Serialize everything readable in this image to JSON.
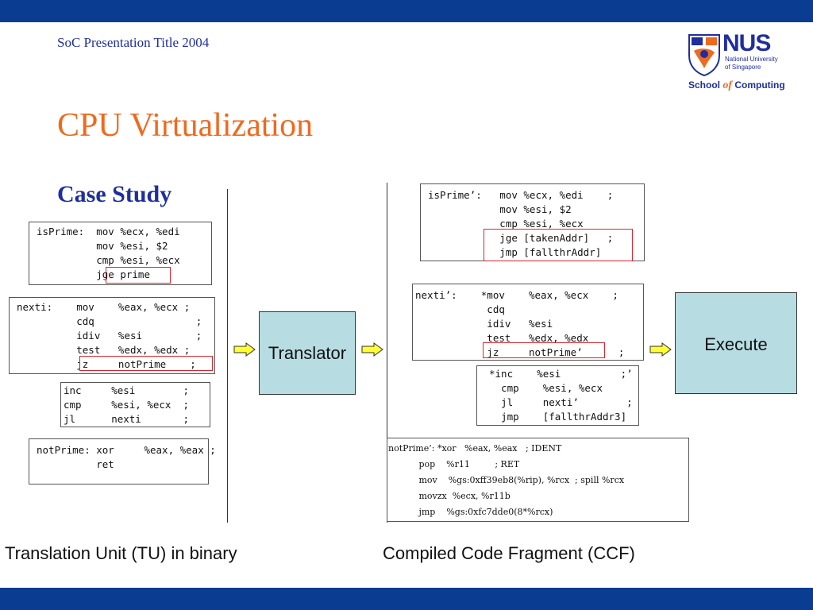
{
  "header": {
    "presentation_title": "SoC Presentation Title 2004",
    "logo": {
      "name": "NUS",
      "line1": "National University",
      "line2": "of Singapore",
      "school_prefix": "School ",
      "school_of": "of",
      "school_suffix": " Computing"
    }
  },
  "slide": {
    "title": "CPU Virtualization",
    "subtitle": "Case Study"
  },
  "left": {
    "box1": "isPrime:  mov %ecx, %edi\n          mov %esi, $2\n          cmp %esi, %ecx\n          jge prime",
    "box2": "nexti:    mov    %eax, %ecx ;\n          cdq                 ;\n          idiv   %esi         ;\n          test   %edx, %edx ;\n          jz     notPrime    ;",
    "box3": "inc     %esi        ;\ncmp     %esi, %ecx  ;\njl      nexti       ;",
    "box4": "notPrime: xor     %eax, %eax ;\n          ret",
    "caption": "Translation Unit (TU) in binary"
  },
  "middle": {
    "translator_label": "Translator"
  },
  "right": {
    "box1": "isPrime’:   mov %ecx, %edi    ;\n            mov %esi, $2\n            cmp %esi, %ecx\n            jge [takenAddr]   ;\n            jmp [fallthrAddr]",
    "box2": "nexti’:    *mov    %eax, %ecx    ;\n            cdq\n            idiv   %esi\n            test   %edx, %edx\n            jz     notPrime’      ;",
    "box3": "*inc    %esi          ;’\n  cmp    %esi, %ecx\n  jl     nexti’        ;\n  jmp    [fallthrAddr3]",
    "box4": "notPrime’: *xor   %eax, %eax   ; IDENT\n           pop    %r11         ; RET\n           mov    %gs:0xff39eb8(%rip), %rcx  ; spill %rcx\n           movzx  %ecx, %r11b\n           jmp    %gs:0xfc7dde0(8*%rcx)",
    "caption": "Compiled Code Fragment (CCF)"
  },
  "execute_label": "Execute",
  "colors": {
    "banner": "#0a3d91",
    "title": "#ef6a1e",
    "heading": "#1f2e9e",
    "box_fill": "#b7dde3",
    "highlight": "#d9262e",
    "arrow_fill": "#ffff33"
  }
}
